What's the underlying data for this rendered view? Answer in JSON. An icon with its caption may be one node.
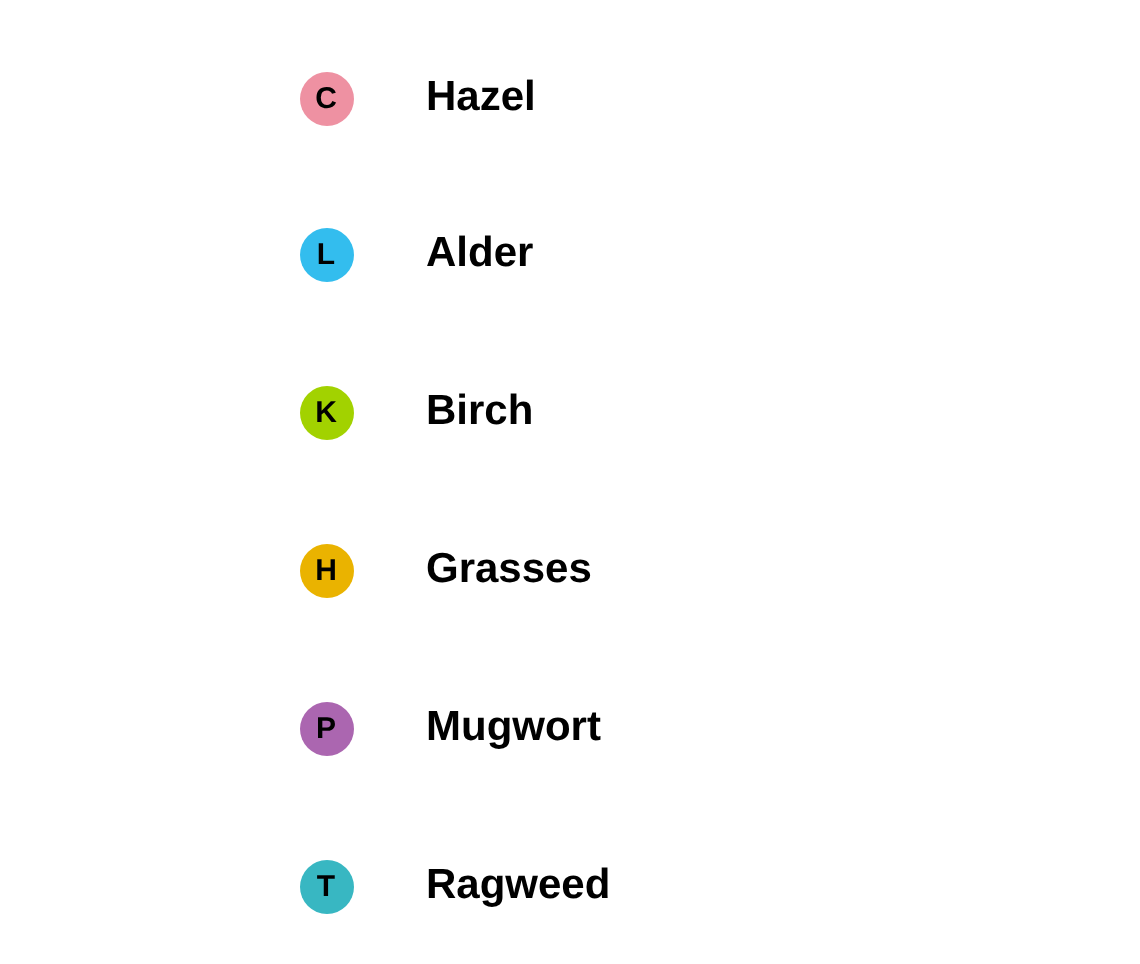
{
  "diagram": {
    "labels": [
      "C",
      "L",
      "K",
      "H",
      "P",
      "T"
    ],
    "legend": [
      {
        "text": "Hazel",
        "color": "#ee91a2"
      },
      {
        "text": "Alder",
        "color": "#33bdee"
      },
      {
        "text": "Birch",
        "color": "#a2d200"
      },
      {
        "text": "Grasses",
        "color": "#eab300"
      },
      {
        "text": "Mugwort",
        "color": "#ab66b0"
      },
      {
        "text": "Ragweed",
        "color": "#38b7c2"
      }
    ]
  }
}
